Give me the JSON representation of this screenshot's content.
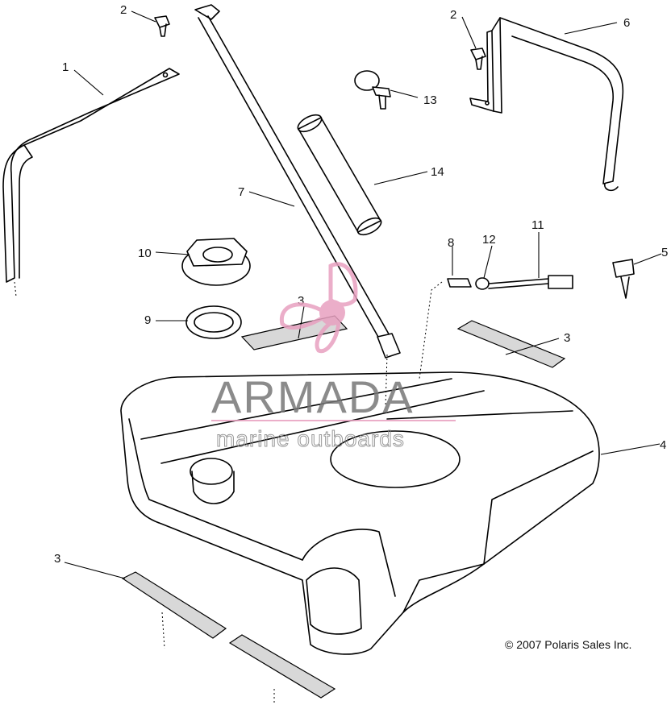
{
  "callouts": {
    "c1": "1",
    "c2a": "2",
    "c2b": "2",
    "c3a": "3",
    "c3b": "3",
    "c3c": "3",
    "c4": "4",
    "c5": "5",
    "c6": "6",
    "c7": "7",
    "c8": "8",
    "c9": "9",
    "c10": "10",
    "c11": "11",
    "c12": "12",
    "c13": "13",
    "c14": "14"
  },
  "watermark": {
    "brand": "ARMADA",
    "tagline": "marine outboards",
    "logo_color": "#e8a0c0"
  },
  "copyright": "© 2007 Polaris Sales Inc."
}
